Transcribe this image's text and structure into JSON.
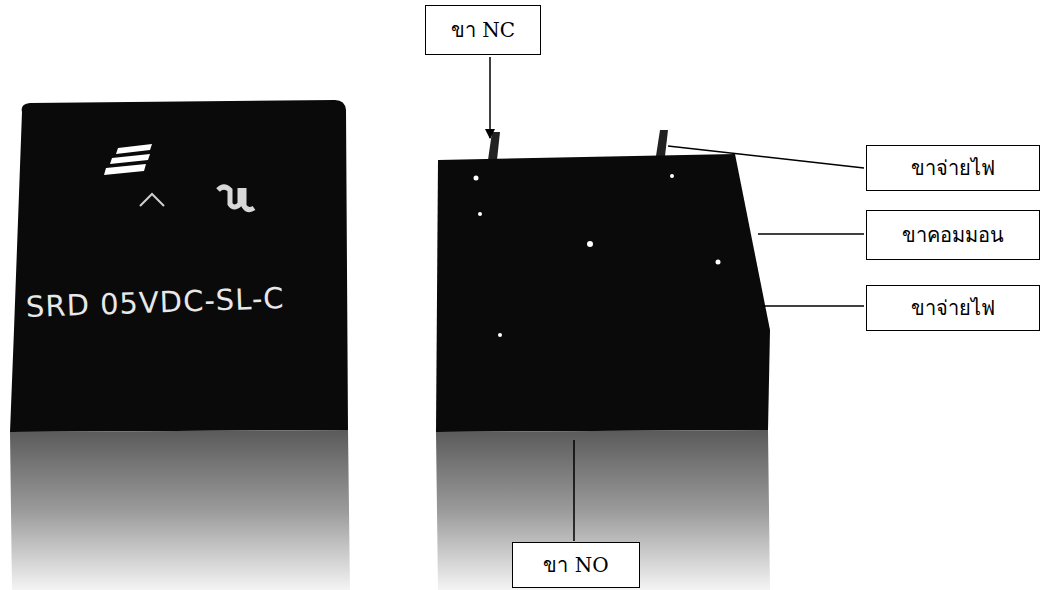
{
  "diagram": {
    "nodes": [
      {
        "text": [
          "ขา NC"
        ]
      },
      {
        "text": [
          "ขาจ่ายไฟ"
        ]
      },
      {
        "text": [
          "ขาคอมมอน"
        ]
      },
      {
        "text": [
          "ขาจ่ายไฟ"
        ]
      },
      {
        "text": [
          "ขา NO"
        ]
      }
    ],
    "labels": [
      "SRD 05VDC-SL-C"
    ]
  }
}
